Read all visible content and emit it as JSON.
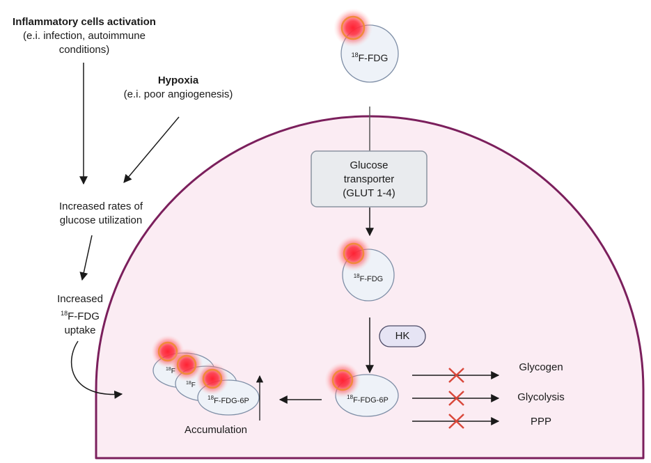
{
  "left_panel": {
    "inflammatory": {
      "title": "Inflammatory cells activation",
      "line2": "(e.i. infection, autoimmune",
      "line3": "conditions)"
    },
    "hypoxia": {
      "title": "Hypoxia",
      "line2": "(e.i. poor  angiogenesis)"
    },
    "utilization": {
      "line1": "Increased rates of",
      "line2": "glucose utilization"
    },
    "uptake": {
      "line1": "Increased",
      "sup": "18",
      "line2": "F-FDG",
      "line3": "uptake"
    }
  },
  "top_fdg": {
    "sup": "18",
    "label": "F-FDG"
  },
  "transporter": {
    "line1": "Glucose",
    "line2": "transporter",
    "line3": "(GLUT 1-4)"
  },
  "inner_fdg": {
    "sup": "18",
    "label": "F-FDG"
  },
  "enzyme": {
    "label": "HK"
  },
  "fdg6p": {
    "sup": "18",
    "label": "F-FDG-6P"
  },
  "pathways": [
    {
      "label": "Glycogen"
    },
    {
      "label": "Glycolysis"
    },
    {
      "label": "PPP"
    }
  ],
  "stack": {
    "back_sup": "18",
    "back_label": "F",
    "mid_sup": "18",
    "mid_label": "F",
    "front_sup": "18",
    "front_label": "F-FDG-6P"
  },
  "accumulation": {
    "label": "Accumulation"
  },
  "colors": {
    "cell_fill": "#fbecf3",
    "cell_border": "#7b1f5c",
    "molecule_fill": "#eef2f8",
    "molecule_stroke": "#7e8ea6",
    "glow": "#ff2e3c",
    "glow_ring": "#f08a3c",
    "inhibit_x": "#d9483b",
    "box_fill": "#e9ebee",
    "box_stroke": "#8a93a0",
    "hk_fill": "#e6e4f4"
  }
}
